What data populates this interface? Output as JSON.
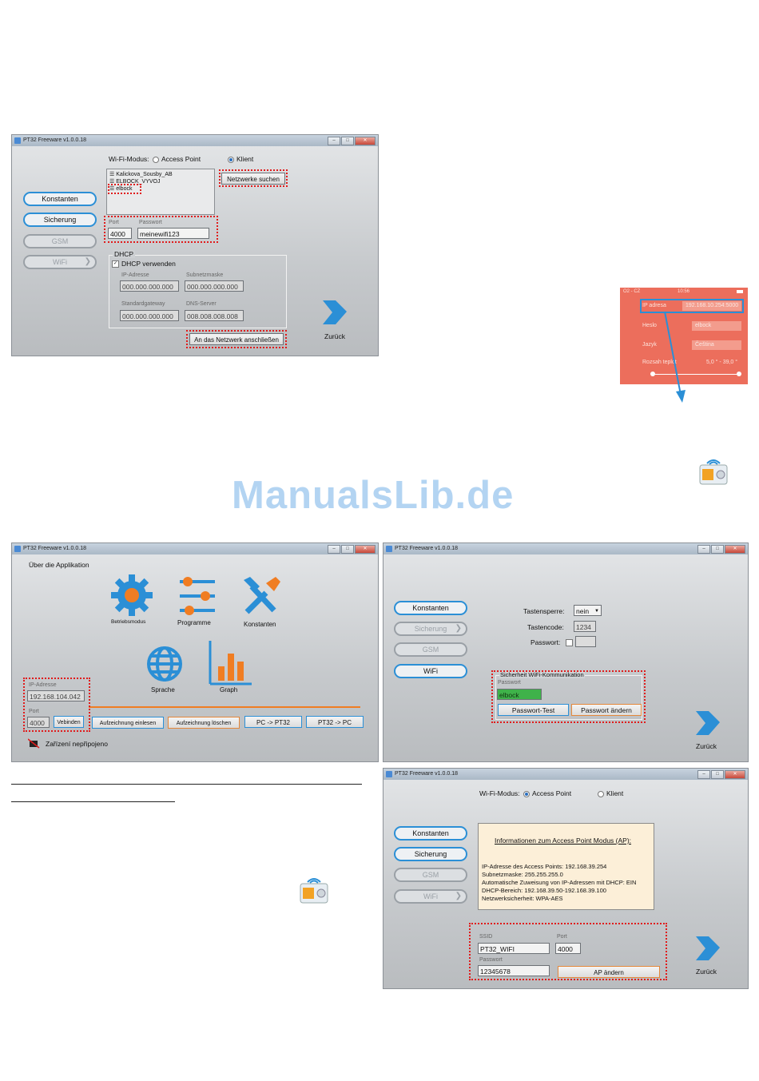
{
  "watermark": "ManualsLib.de",
  "app_title": "PT32 Freeware v1.0.0.18",
  "nav": {
    "konstanten": "Konstanten",
    "sicherung": "Sicherung",
    "gsm": "GSM",
    "wifi": "WiFi"
  },
  "back_label": "Zurück",
  "win1": {
    "mode_label": "Wi-Fi-Modus:",
    "mode_ap": "Access Point",
    "mode_client": "Klient",
    "networks": [
      "Kalickova_Sousby_AB",
      "ELBOCK_VYVOJ",
      "elbock"
    ],
    "search_button": "Netzwerke suchen",
    "port_label": "Port",
    "port_value": "4000",
    "password_label": "Passwort",
    "password_value": "meinewifi123",
    "dhcp_group": "DHCP",
    "dhcp_use": "DHCP verwenden",
    "ip_label": "IP-Adresse",
    "ip_value": "000.000.000.000",
    "subnet_label": "Subnetzmaske",
    "subnet_value": "000.000.000.000",
    "gateway_label": "Standardgateway",
    "gateway_value": "000.000.000.000",
    "dns_label": "DNS-Server",
    "dns_value": "008.008.008.008",
    "connect_button": "An das Netzwerk anschließen"
  },
  "phone": {
    "carrier": "O2 - CZ",
    "time": "10:56",
    "ip_label": "IP adresa",
    "ip_value": "192.168.10.254:5000",
    "heslo_label": "Heslo",
    "heslo_value": "elbock",
    "jazyk_label": "Jazyk",
    "jazyk_value": "Čeština",
    "range_label": "Rozsah teplot",
    "range_value": "5,0 ° - 39,0 °"
  },
  "win2": {
    "about": "Über die Applikation",
    "icons": {
      "betriebsmodus": "Betriebsmodus",
      "programme": "Programme",
      "konstanten": "Konstanten",
      "sprache": "Sprache",
      "graph": "Graph"
    },
    "ip_label": "IP-Adresse",
    "ip_value": "192.168.104.042",
    "port_label": "Port",
    "port_value": "4000",
    "connect_button": "Vebinden",
    "read_button": "Aufzeichnung einlesen",
    "delete_button": "Aufzeichnung löschen",
    "pc_to_pt": "PC -> PT32",
    "pt_to_pc": "PT32 -> PC",
    "status": "Zařízení nepřipojeno"
  },
  "win3": {
    "lock_label": "Tastensperre:",
    "lock_value": "nein",
    "code_label": "Tastencode:",
    "code_value": "1234",
    "pw_label": "Passwort:",
    "group_title": "Sicherheit WiFi-Kommunikation",
    "sub_pw_label": "Passwort",
    "sub_pw_value": "elbock",
    "test_button": "Passwort-Test",
    "change_button": "Passwort ändern"
  },
  "win4": {
    "mode_label": "Wi-Fi-Modus:",
    "mode_ap": "Access Point",
    "mode_client": "Klient",
    "info_title": "Informationen zum Access Point Modus (AP):",
    "info_lines": [
      "IP-Adresse des Access Points: 192.168.39.254",
      "Subnetzmaske: 255.255.255.0",
      "Automatische Zuweisung von IP-Adressen mit DHCP: EIN",
      "DHCP-Bereich: 192.168.39.50-192.168.39.100",
      "Netzwerksicherheit: WPA-AES"
    ],
    "ssid_label": "SSID",
    "ssid_value": "PT32_WIFI",
    "port_label": "Port",
    "port_value": "4000",
    "pw_label": "Passwort",
    "pw_value": "12345678",
    "change_button": "AP ändern"
  },
  "colors": {
    "accent": "#2b8fd6",
    "highlight": "#e01b1b",
    "orange": "#f07d22",
    "phone": "#ec6e5c"
  }
}
